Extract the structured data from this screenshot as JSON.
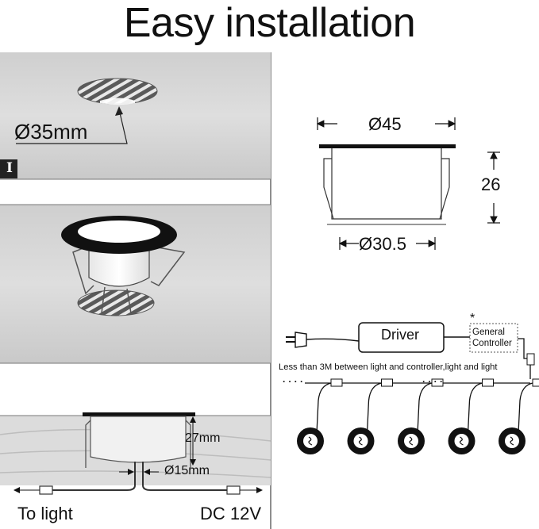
{
  "title": "Easy installation",
  "step1": {
    "badge": "I",
    "hole_diameter": "Ø35mm"
  },
  "dimensions": {
    "top_width": "Ø45",
    "height": "26",
    "bottom_width": "Ø30.5"
  },
  "installed": {
    "depth": "27mm",
    "cable_hole": "Ø15mm",
    "to_light": "To light",
    "power": "DC 12V"
  },
  "wiring": {
    "driver": "Driver",
    "controller_line1": "General",
    "controller_line2": "Controller",
    "asterisk": "*",
    "note": "Less than 3M between light and controller,light and light",
    "dots": "· · · ·",
    "light_count": 5
  }
}
